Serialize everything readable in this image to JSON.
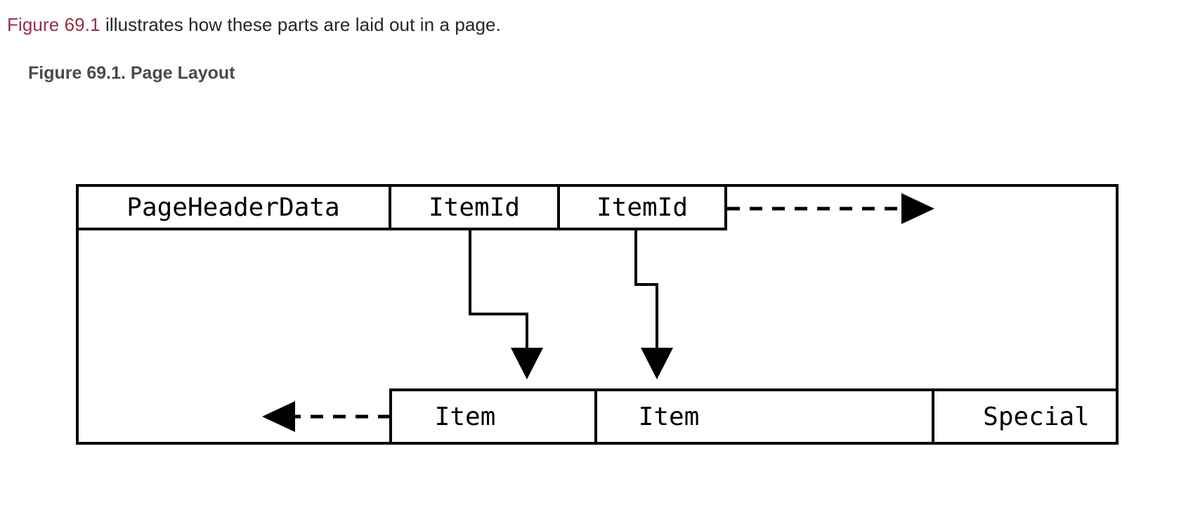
{
  "intro": {
    "link_text": "Figure 69.1",
    "rest_text": " illustrates how these parts are laid out in a page.",
    "link_color": "#98304a"
  },
  "figure": {
    "caption": "Figure 69.1. Page Layout",
    "caption_color": "#4a4a4a"
  },
  "diagram": {
    "type": "page-layout-block-diagram",
    "stroke_color": "#000000",
    "background": "#ffffff",
    "header_row": {
      "cells": [
        {
          "label": "PageHeaderData"
        },
        {
          "label": "ItemId"
        },
        {
          "label": "ItemId"
        }
      ]
    },
    "footer_row": {
      "cells": [
        {
          "label": "Item"
        },
        {
          "label": "Item"
        },
        {
          "label": "Special"
        }
      ]
    },
    "arrows": [
      {
        "name": "free-space-right",
        "style": "dashed",
        "direction": "right"
      },
      {
        "name": "free-space-left",
        "style": "dashed",
        "direction": "left"
      },
      {
        "name": "itemid-1-to-item-1",
        "style": "solid",
        "direction": "down"
      },
      {
        "name": "itemid-2-to-item-2",
        "style": "solid",
        "direction": "down"
      }
    ]
  }
}
